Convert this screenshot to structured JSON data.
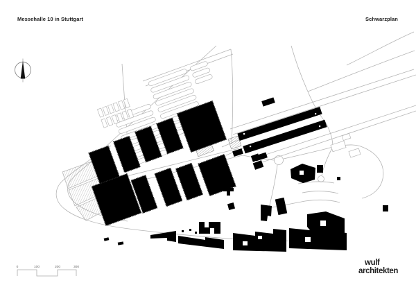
{
  "header": {
    "title": "Messehalle 10 in Stuttgart",
    "plan_type": "Schwarzplan"
  },
  "scale_bar": {
    "labels": [
      "0",
      "100",
      "200",
      "300"
    ]
  },
  "logo": {
    "line1": "wulf",
    "line2": "architekten"
  },
  "colors": {
    "background": "#ffffff",
    "building": "#000000",
    "road_line": "#b5b5b5",
    "text": "#1a1a1a",
    "scale_text": "#666666"
  }
}
